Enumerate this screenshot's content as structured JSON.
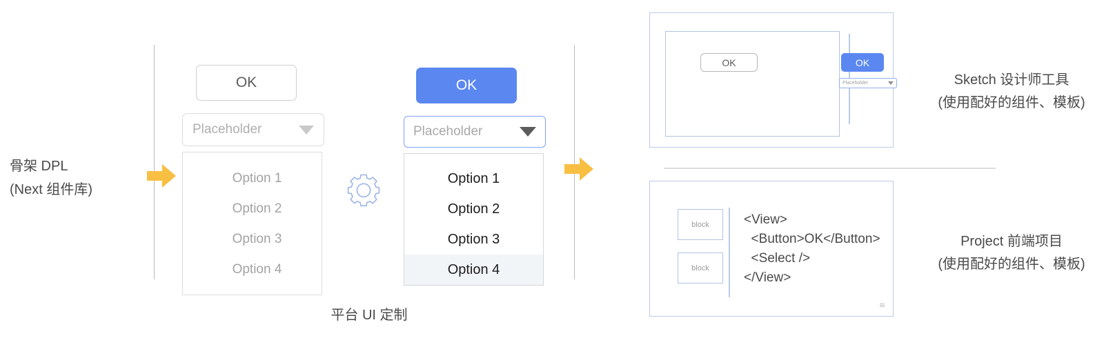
{
  "left_label": {
    "line1": "骨架 DPL",
    "line2": "(Next 组件库)"
  },
  "bottom_caption": "平台 UI 定制",
  "skeleton_group": {
    "button_label": "OK",
    "select_placeholder": "Placeholder",
    "options": [
      "Option 1",
      "Option 2",
      "Option 3",
      "Option 4"
    ]
  },
  "themed_group": {
    "button_label": "OK",
    "select_placeholder": "Placeholder",
    "options": [
      "Option 1",
      "Option 2",
      "Option 3",
      "Option 4"
    ],
    "selected_option": "Option 4"
  },
  "gear": {
    "icon": "gear-icon"
  },
  "arrows": [
    {
      "icon": "arrow-right-icon"
    },
    {
      "icon": "arrow-right-icon"
    }
  ],
  "sketch_panel": {
    "canvas_button_label": "OK",
    "palette_button_label": "OK",
    "palette_select_placeholder": "Placeholder"
  },
  "project_panel": {
    "blocks": [
      "block",
      "block"
    ],
    "code": "<View>\n  <Button>OK</Button>\n  <Select />\n</View>"
  },
  "right_captions": {
    "sketch_line1": "Sketch 设计师工具",
    "sketch_line2": "(使用配好的组件、模板)",
    "project_line1": "Project 前端项目",
    "project_line2": "(使用配好的组件、模板)"
  },
  "colors": {
    "accent_blue": "#5b87f0",
    "arrow_orange": "#f8bf43",
    "panel_border": "#b9cbe8",
    "text": "#4a4a4a",
    "muted_text": "#a3a3a3",
    "selected_row_bg": "#f2f5f8"
  }
}
